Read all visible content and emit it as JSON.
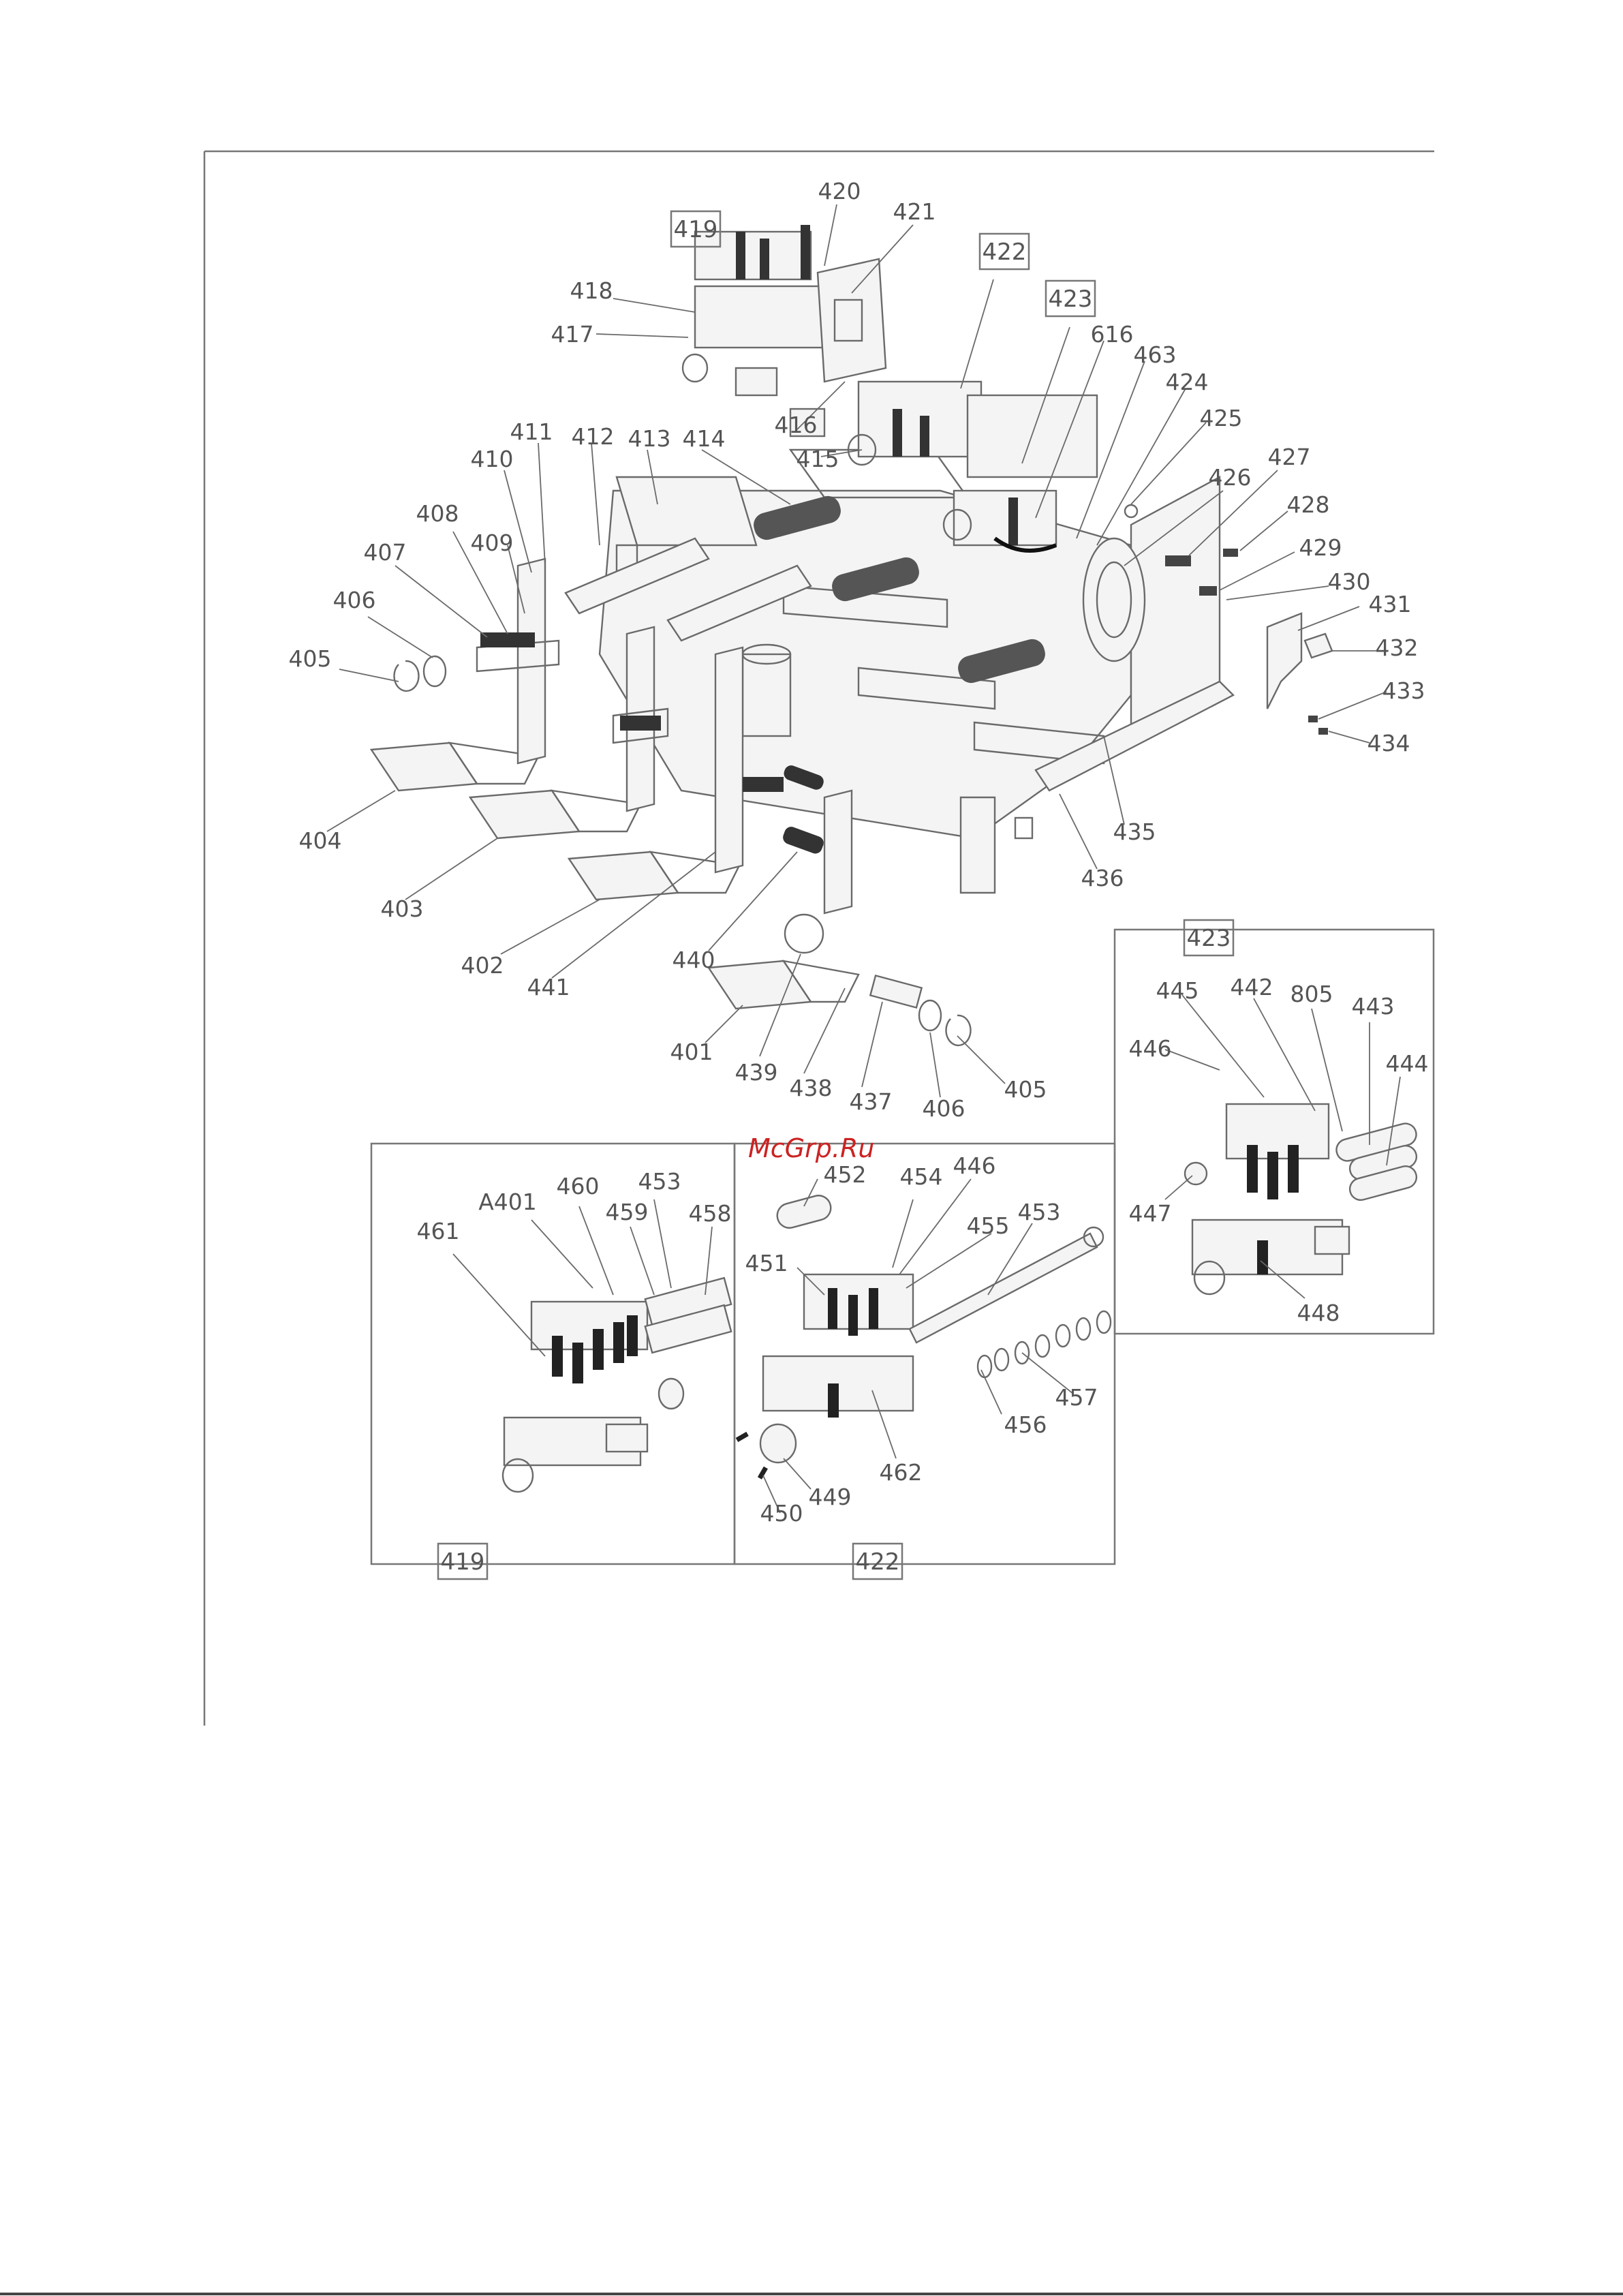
{
  "watermark": "McGrp.Ru",
  "boxes": {
    "b419": "419",
    "b422": "422",
    "b423": "423"
  },
  "labels": {
    "l420": "420",
    "l421": "421",
    "l418": "418",
    "l417": "417",
    "l422": "422",
    "l423": "423",
    "l616": "616",
    "l463": "463",
    "l424": "424",
    "l425": "425",
    "l416": "416",
    "l415": "415",
    "l411": "411",
    "l412": "412",
    "l413": "413",
    "l414": "414",
    "l410": "410",
    "l408": "408",
    "l409": "409",
    "l407": "407",
    "l406": "406",
    "l405": "405",
    "l426": "426",
    "l427": "427",
    "l428": "428",
    "l429": "429",
    "l430": "430",
    "l431": "431",
    "l432": "432",
    "l433": "433",
    "l434": "434",
    "l404": "404",
    "l403": "403",
    "l402": "402",
    "l441": "441",
    "l440": "440",
    "l435": "435",
    "l436": "436",
    "l401": "401",
    "l439": "439",
    "l438": "438",
    "l437": "437",
    "l406b": "406",
    "l405b": "405",
    "l445": "445",
    "l442": "442",
    "l805": "805",
    "l443": "443",
    "l446": "446",
    "l444": "444",
    "l447": "447",
    "l448": "448",
    "l452": "452",
    "l454": "454",
    "l446b": "446",
    "l453": "453",
    "l455": "455",
    "l451": "451",
    "l457": "457",
    "l456": "456",
    "l462": "462",
    "l449": "449",
    "l450": "450",
    "lA401": "A401",
    "l460": "460",
    "l453b": "453",
    "l459": "459",
    "l458": "458",
    "l461": "461"
  },
  "panels": {
    "p419": "419",
    "p422": "422",
    "p423": "423"
  }
}
